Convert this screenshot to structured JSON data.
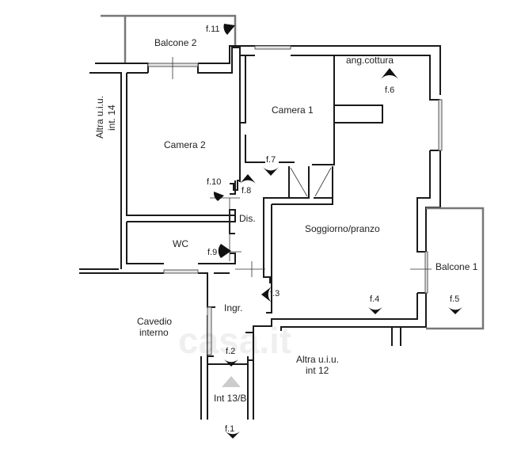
{
  "rooms": {
    "balcone2": "Balcone 2",
    "camera1": "Camera 1",
    "camera2": "Camera 2",
    "ang_cottura": "ang.cottura",
    "soggiorno": "Soggiorno/pranzo",
    "dis": "Dis.",
    "wc": "WC",
    "ingr": "Ingr.",
    "balcone1": "Balcone 1",
    "cavedio_l1": "Cavedio",
    "cavedio_l2": "interno",
    "altra12_l1": "Altra u.i.u.",
    "altra12_l2": "int 12",
    "altra14_l1": "Altra u.i.u.",
    "altra14_l2": "int. 14",
    "int13b": "Int 13/B"
  },
  "photo_points": [
    "f.1",
    "f.2",
    "f.3",
    "f.4",
    "f.5",
    "f.6",
    "f.7",
    "f.8",
    "f.9",
    "f.10",
    "f.11"
  ],
  "watermark": "casa.it",
  "colors": {
    "wall": "#1a1a1a",
    "balcony_wall": "#777777",
    "window": "#e6e6e6",
    "camera_marker": "#111111"
  }
}
